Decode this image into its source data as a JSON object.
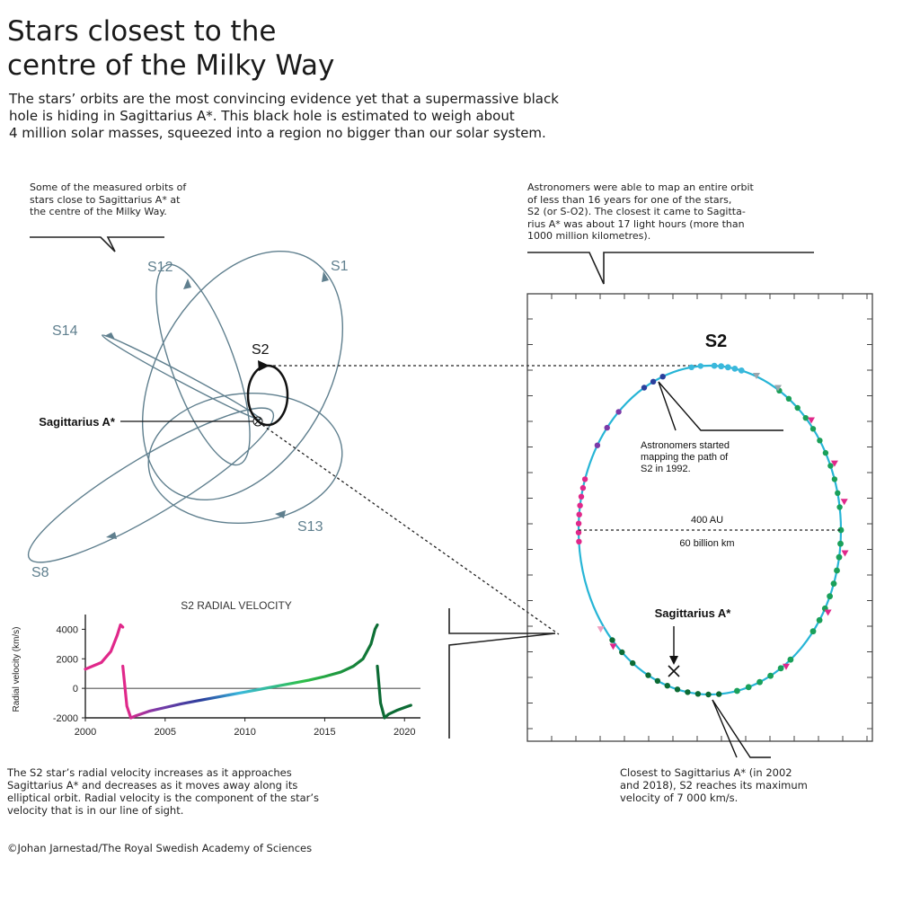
{
  "title_lines": [
    "Stars closest to the",
    "centre of the Milky Way"
  ],
  "subtitle_lines": [
    "The stars’ orbits are the most convincing evidence yet that a supermassive black",
    "hole is hiding in Sagittarius A*. This black hole is estimated to weigh about",
    "4 million solar masses, squeezed into a region no bigger than our solar system."
  ],
  "left_note_lines": [
    "Some of the measured orbits of",
    "stars close to Sagittarius A* at",
    "the centre of the Milky Way."
  ],
  "right_note_lines": [
    "Astronomers were able to map an entire orbit",
    "of less than 16 years for one of the stars,",
    "S2 (or S-O2). The closest it came to Sagitta-",
    "rius A* was about 17 light hours (more than",
    "1000 million kilometres)."
  ],
  "orbit_labels": {
    "s12": "S12",
    "s1": "S1",
    "s14": "S14",
    "s2": "S2",
    "s13": "S13",
    "s8": "S8",
    "sgr": "Sagittarius A*"
  },
  "s2_panel": {
    "title": "S2",
    "started_lines": [
      "Astronomers started",
      "mapping the path of",
      "S2 in 1992."
    ],
    "au_label": "400 AU",
    "km_label": "60 billion km",
    "sgr_label": "Sagittarius A*"
  },
  "velocity_caption_lines": [
    "The S2 star’s radial velocity increases as it approaches",
    "Sagittarius A* and decreases as it moves away along its",
    "elliptical orbit. Radial velocity is the component of the star’s",
    "velocity that is in our line of sight."
  ],
  "closest_caption_lines": [
    "Closest to Sagittarius A* (in 2002",
    "and 2018), S2 reaches its maximum",
    "velocity of 7 000 km/s."
  ],
  "credit": "©Johan Jarnestad/The Royal Swedish Academy of Sciences",
  "colors": {
    "orbit": "#5f7f8e",
    "ellipse": "#27b5d6",
    "magenta": "#e0288a",
    "green": "#1aa05a",
    "dark_green": "#0c6b34",
    "purple": "#7b3aa8",
    "blue": "#2a3f9c",
    "cyan": "#3ab8dc"
  },
  "chart_data": {
    "type": "line",
    "title": "S2 RADIAL VELOCITY",
    "xlabel": "",
    "ylabel": "Radial velocity (km/s)",
    "xlim": [
      2000,
      2021
    ],
    "ylim": [
      -2000,
      5000
    ],
    "xticks": [
      2000,
      2005,
      2010,
      2015,
      2020
    ],
    "yticks": [
      4000,
      2000,
      0,
      -2000
    ],
    "series": [
      {
        "x": [
          2000.0,
          2001.0,
          2001.6,
          2002.0,
          2002.2,
          2002.35
        ],
        "values": [
          1300,
          1750,
          2500,
          3600,
          4300,
          4150
        ]
      },
      {
        "x": [
          2002.35,
          2002.6,
          2002.85,
          2003.2,
          2004.0,
          2005.0,
          2006.0,
          2007.0,
          2008.0,
          2009.0
        ],
        "values": [
          1500,
          -1200,
          -2000,
          -1850,
          -1550,
          -1300,
          -1050,
          -850,
          -650,
          -450
        ]
      },
      {
        "x": [
          2009.0,
          2010.0,
          2011.0,
          2012.0,
          2013.0,
          2014.0,
          2015.0,
          2016.0,
          2016.8,
          2017.4,
          2017.9,
          2018.15,
          2018.3
        ],
        "values": [
          -450,
          -250,
          -50,
          150,
          350,
          550,
          800,
          1100,
          1500,
          2000,
          3000,
          4000,
          4300
        ]
      },
      {
        "x": [
          2018.3,
          2018.5,
          2018.75,
          2019.0,
          2019.5,
          2020.0,
          2020.4
        ],
        "values": [
          1500,
          -1000,
          -2000,
          -1750,
          -1500,
          -1300,
          -1150
        ]
      }
    ]
  }
}
